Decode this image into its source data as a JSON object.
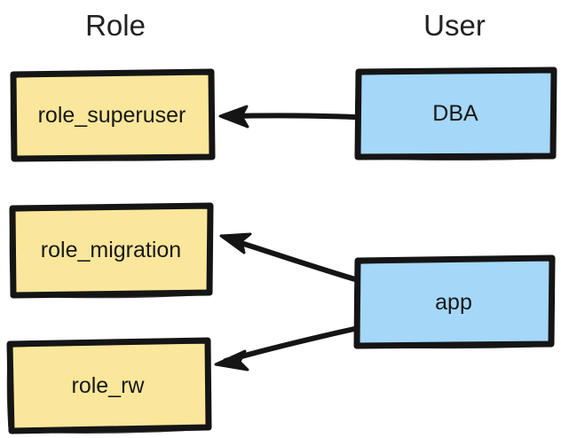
{
  "diagram": {
    "title_hidden": "",
    "columns": [
      {
        "id": "role",
        "label": "Role"
      },
      {
        "id": "user",
        "label": "User"
      }
    ],
    "colors": {
      "role_fill": "#FBE79B",
      "user_fill": "#A5D7F8",
      "stroke": "#151515",
      "background": "#FFFFFF",
      "text": "#181818"
    },
    "nodes": [
      {
        "id": "role_superuser",
        "label": "role_superuser",
        "column": "role",
        "fill": "#FBE79B"
      },
      {
        "id": "role_migration",
        "label": "role_migration",
        "column": "role",
        "fill": "#FBE79B"
      },
      {
        "id": "role_rw",
        "label": "role_rw",
        "column": "role",
        "fill": "#FBE79B"
      },
      {
        "id": "dba",
        "label": "DBA",
        "column": "user",
        "fill": "#A5D7F8"
      },
      {
        "id": "app",
        "label": "app",
        "column": "user",
        "fill": "#A5D7F8"
      }
    ],
    "edges": [
      {
        "id": "dba-to-role-superuser",
        "from": "dba",
        "to": "role_superuser",
        "label": ""
      },
      {
        "id": "app-to-role-migration",
        "from": "app",
        "to": "role_migration",
        "label": ""
      },
      {
        "id": "app-to-role-rw",
        "from": "app",
        "to": "role_rw",
        "label": ""
      }
    ]
  }
}
